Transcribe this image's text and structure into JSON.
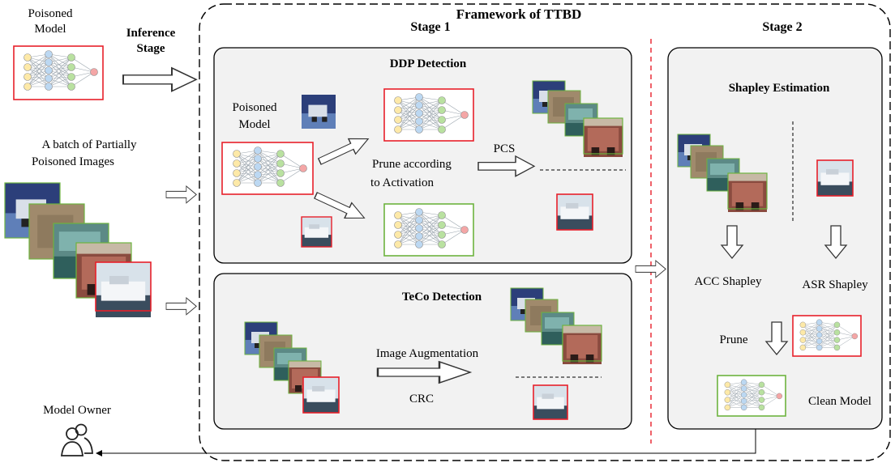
{
  "labels": {
    "poisoned_model_left": [
      "Poisoned",
      "Model"
    ],
    "inference_stage": [
      "Inference",
      "Stage"
    ],
    "batch_images": [
      "A batch of Partially",
      "Poisoned Images"
    ],
    "model_owner": "Model Owner",
    "framework_title": "Framework of TTBD",
    "stage1": "Stage 1",
    "stage2": "Stage 2",
    "ddp_title": "DDP Detection",
    "ddp_poisoned_model": [
      "Poisoned",
      "Model"
    ],
    "prune_activation": [
      "Prune according",
      "to Activation"
    ],
    "pcs": "PCS",
    "teco_title": "TeCo Detection",
    "image_augmentation": "Image Augmentation",
    "crc": "CRC",
    "shapley_title": "Shapley Estimation",
    "acc_shapley": "ACC Shapley",
    "asr_shapley": "ASR Shapley",
    "prune": "Prune",
    "clean_model": "Clean Model"
  },
  "colors": {
    "poisoned_border": "#e8202a",
    "clean_border": "#6db33f",
    "panel_fill": "#f2f2f2",
    "stage_divider": "#e8202a",
    "node_yellow": "#fde9a8",
    "node_blue": "#bcd8f2",
    "node_green": "#b9e1a0",
    "node_red": "#f4a6a6"
  },
  "icons": {
    "owner": "user-group-icon",
    "network": "neural-network-icon",
    "arrow": "hollow-arrow-icon"
  }
}
